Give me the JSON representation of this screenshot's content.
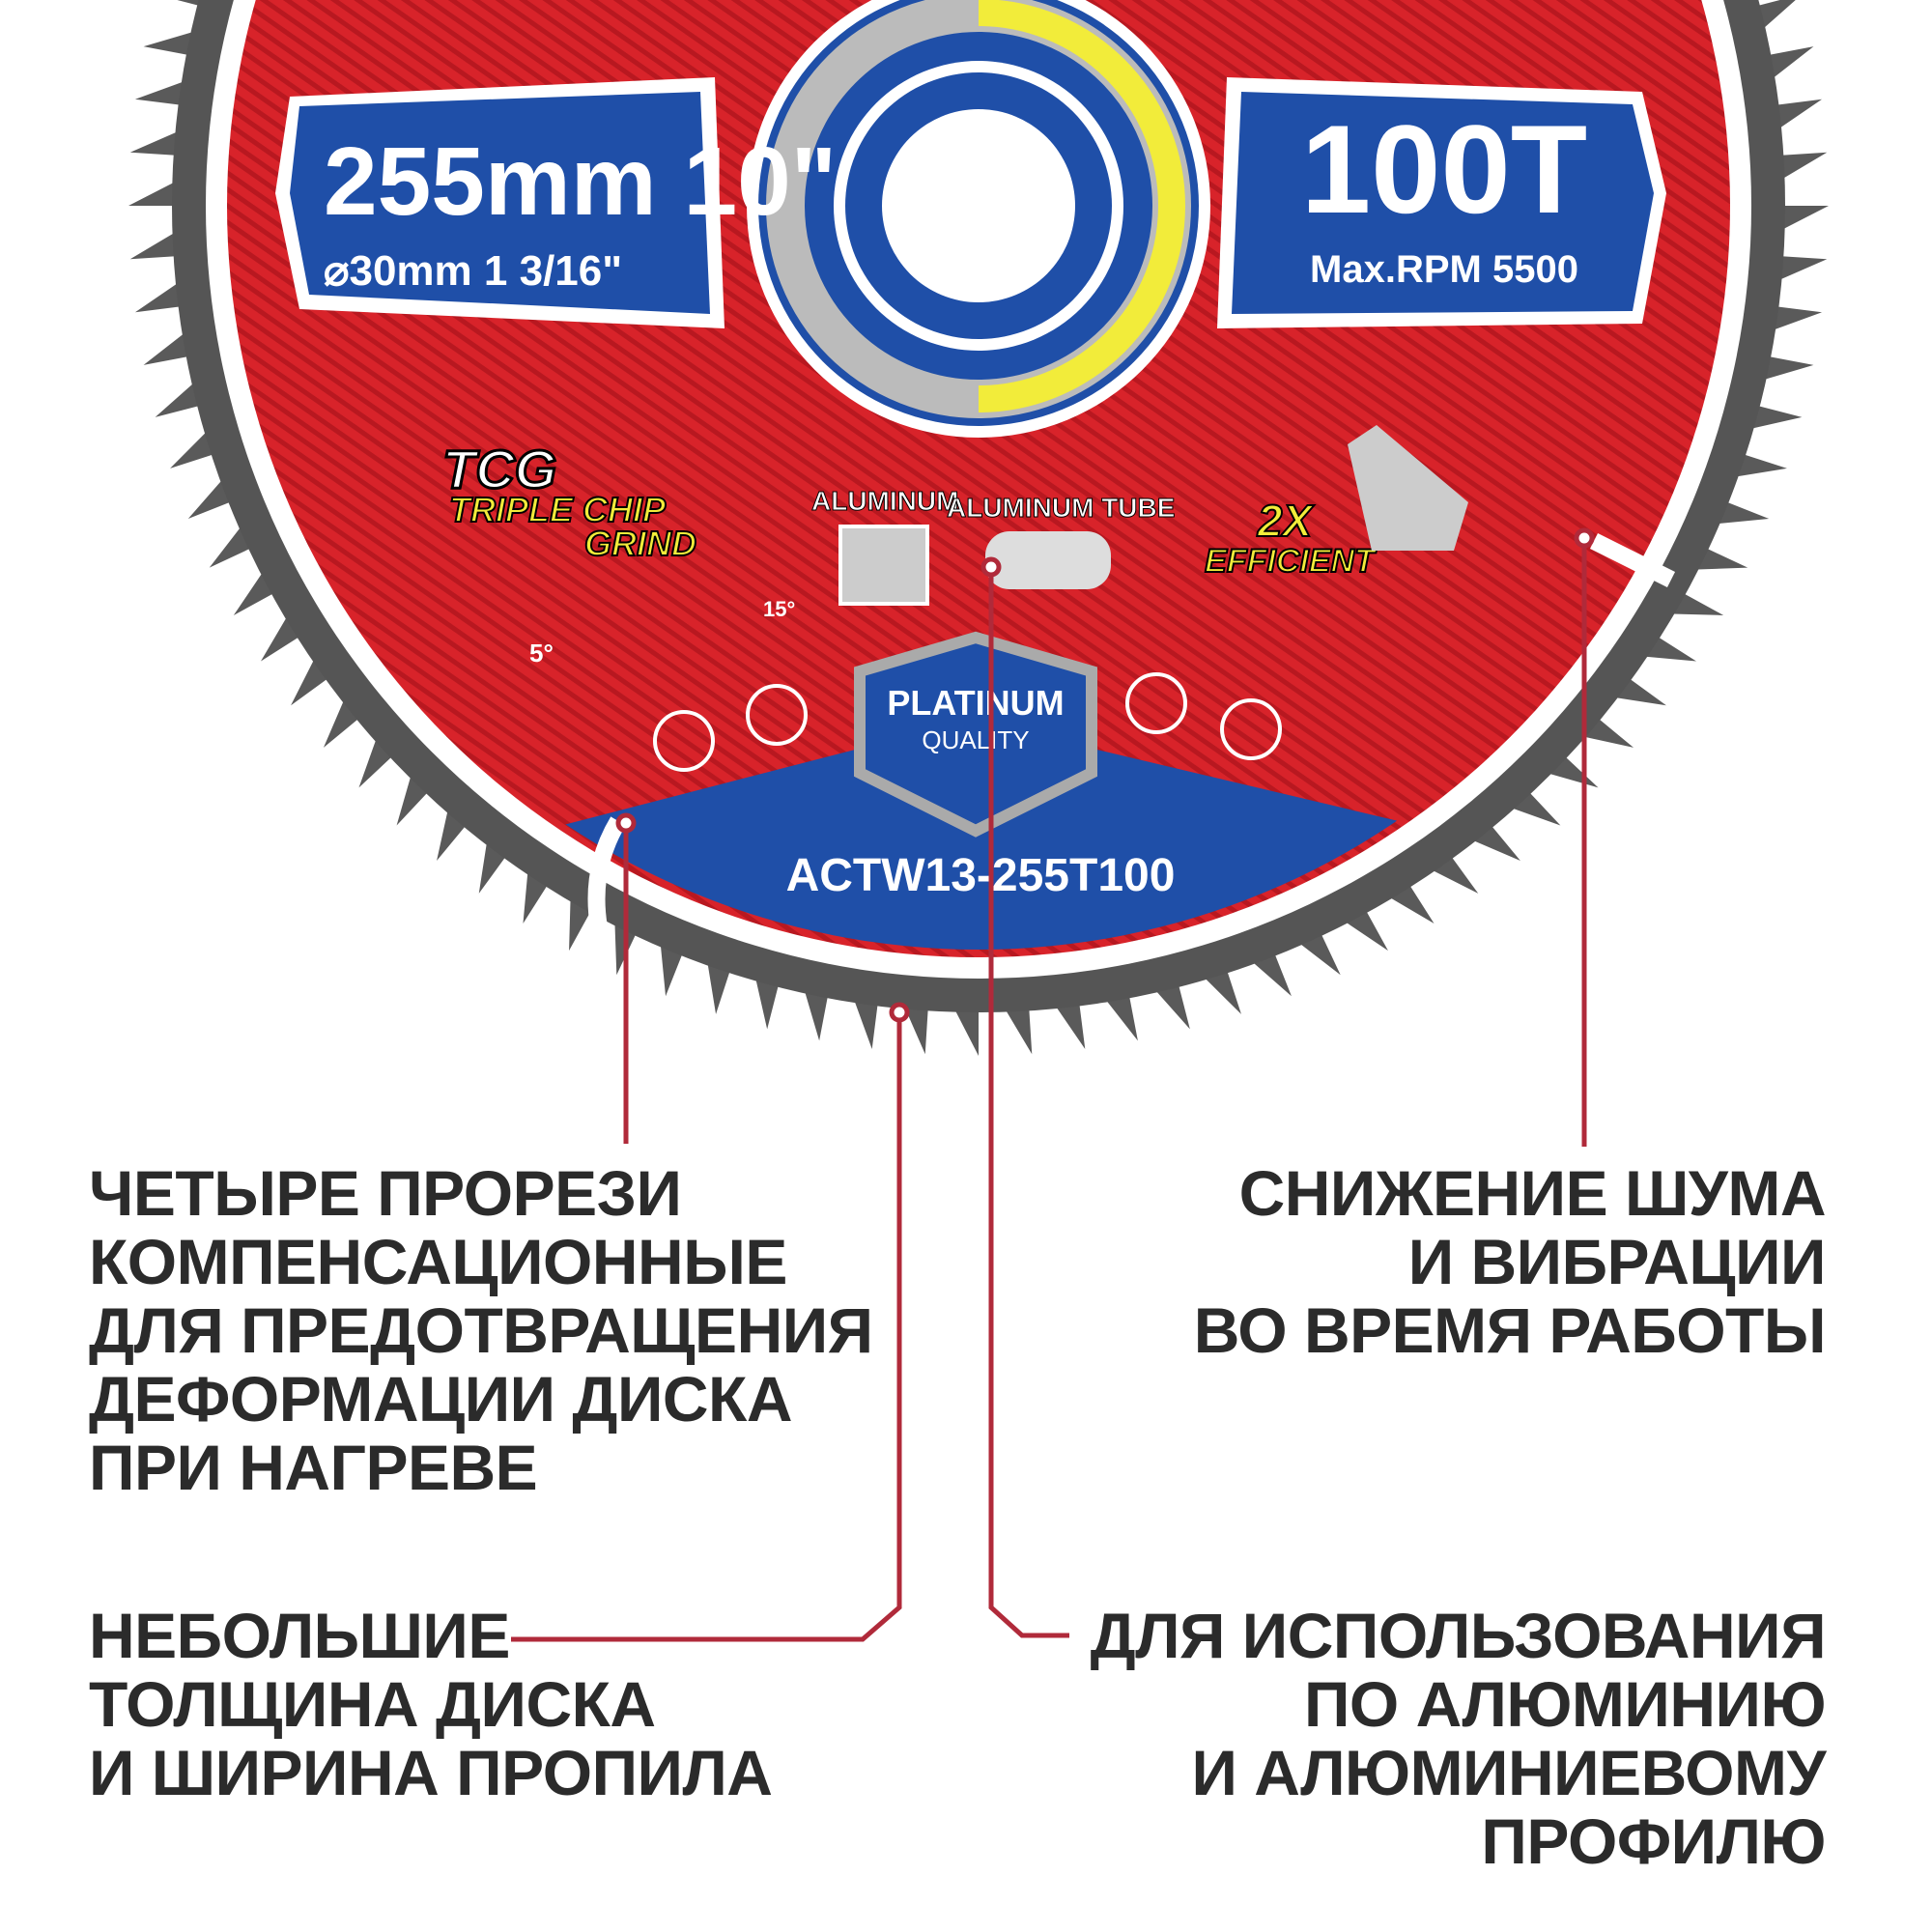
{
  "disc": {
    "size_label": "255mm 10\"",
    "bore_label": "⌀30mm 1 3/16\"",
    "teeth_label": "100T",
    "rpm_label": "Max.RPM 5500",
    "tcg_label": "TCG",
    "tcg_sub": [
      "TRIPLE CHIP",
      "GRIND"
    ],
    "angle_labels": [
      "5°",
      "15°"
    ],
    "material_labels": [
      "ALUMINUM",
      "ALUMINUM TUBE"
    ],
    "efficiency_label": [
      "2X",
      "EFFICIENT"
    ],
    "badge": [
      "PLATINUM",
      "QUALITY"
    ],
    "model": "ACTW13-255T100",
    "colors": {
      "red": "#d8232a",
      "blue": "#1f4fa8",
      "steel": "#4a4a4a",
      "yellow": "#f2ec3a",
      "leader": "#b02a3a"
    }
  },
  "callouts": {
    "slots": [
      "ЧЕТЫРЕ ПРОРЕЗИ",
      "КОМПЕНСАЦИОННЫЕ",
      "ДЛЯ ПРЕДОТВРАЩЕНИЯ",
      "ДЕФОРМАЦИИ ДИСКА",
      "ПРИ НАГРЕВЕ"
    ],
    "noise": [
      "СНИЖЕНИЕ ШУМА",
      "И ВИБРАЦИИ",
      "ВО ВРЕМЯ РАБОТЫ"
    ],
    "thickness": [
      "НЕБОЛЬШИЕ",
      "ТОЛЩИНА ДИСКА",
      "И ШИРИНА ПРОПИЛА"
    ],
    "aluminum": [
      "ДЛЯ ИСПОЛЬЗОВАНИЯ",
      "ПО АЛЮМИНИЮ",
      "И АЛЮМИНИЕВОМУ",
      "ПРОФИЛЮ"
    ]
  }
}
